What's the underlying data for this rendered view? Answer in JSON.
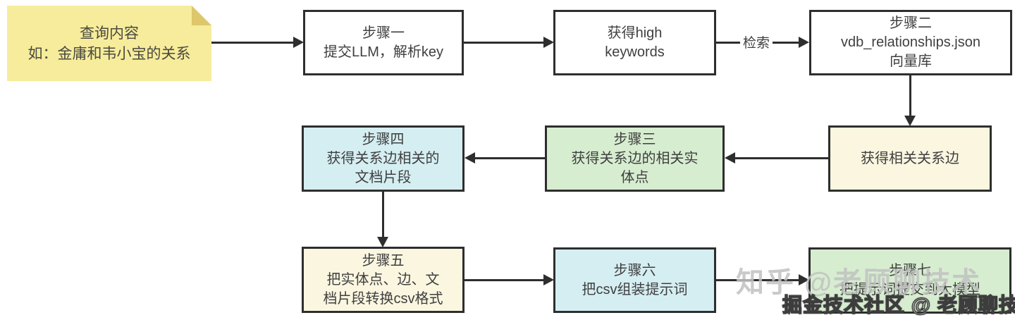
{
  "sticky_note": {
    "line1": "查询内容",
    "line2": "如：金庸和韦小宝的关系"
  },
  "nodes": {
    "step1": {
      "line1": "步骤一",
      "line2": "提交LLM，解析key"
    },
    "high_keywords": {
      "line1": "获得high",
      "line2": "keywords"
    },
    "step2": {
      "line1": "步骤二",
      "line2": "vdb_relationships.json",
      "line3": "向量库"
    },
    "related_edges": {
      "line1": "获得相关关系边"
    },
    "step3": {
      "line1": "步骤三",
      "line2": "获得关系边的相关实",
      "line3": "体点"
    },
    "step4": {
      "line1": "步骤四",
      "line2": "获得关系边相关的",
      "line3": "文档片段"
    },
    "step5": {
      "line1": "步骤五",
      "line2": "把实体点、边、文",
      "line3": "档片段转换csv格式"
    },
    "step6": {
      "line1": "步骤六",
      "line2": "把csv组装提示词"
    },
    "step7": {
      "line1": "步骤七",
      "line2": "把提示词提交到大模型"
    }
  },
  "edge_labels": {
    "search": "检索"
  },
  "watermarks": {
    "zhihu": "知乎 @老顾聊技术",
    "juejin": "掘金技术社区 @ 老顾聊技术"
  },
  "colors": {
    "border": "#2e2e2e",
    "white_fill": "#ffffff",
    "cream_fill": "#faf6e0",
    "green_fill": "#d7edd0",
    "cyan_fill": "#d5eef2",
    "note_fill": "#f6ec9b",
    "note_fold": "#ddc76a"
  }
}
